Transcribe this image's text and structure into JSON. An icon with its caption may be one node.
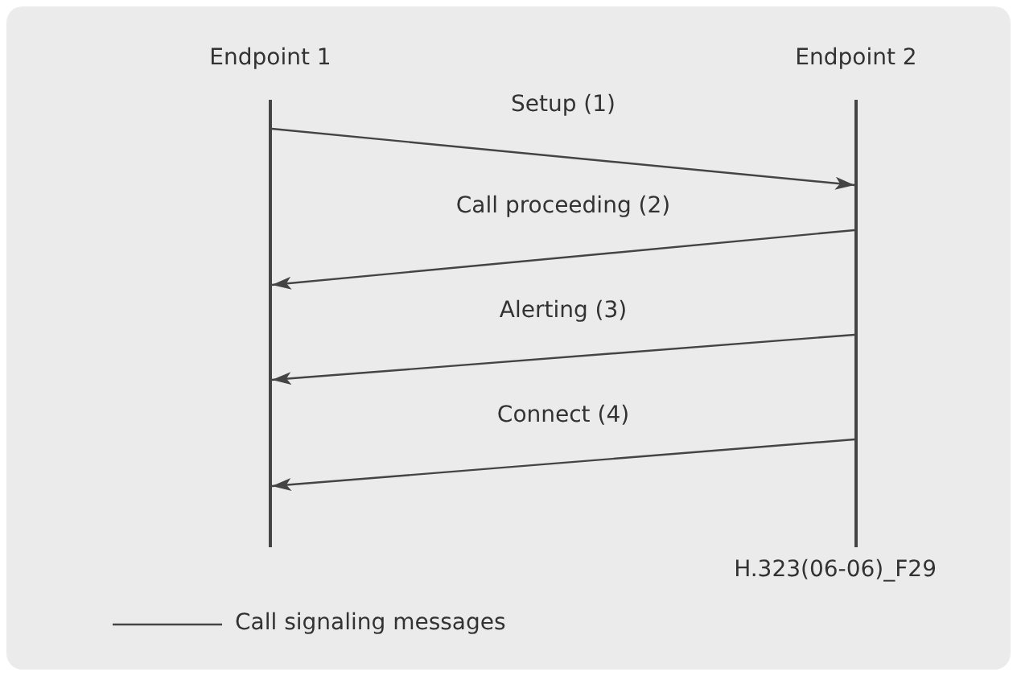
{
  "diagram": {
    "nodes": [
      {
        "text": [
          "Endpoint 1"
        ]
      },
      {
        "text": [
          "Endpoint 2"
        ]
      }
    ],
    "edges": [
      {
        "from": 0,
        "to": 1,
        "arrow": "to",
        "label": "Setup (1)"
      },
      {
        "from": 1,
        "to": 0,
        "arrow": "to",
        "label": "Call proceeding (2)"
      },
      {
        "from": 1,
        "to": 0,
        "arrow": "to",
        "label": "Alerting (3)"
      },
      {
        "from": 1,
        "to": 0,
        "arrow": "to",
        "label": "Connect (4)"
      }
    ],
    "labels": [
      "H.323(06-06)_F29"
    ],
    "legend": [
      {
        "text": "Call signaling messages"
      }
    ]
  }
}
